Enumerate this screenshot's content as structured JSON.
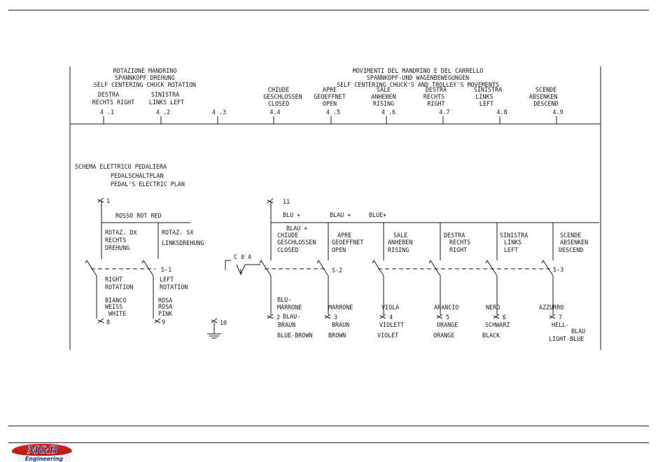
{
  "header": {
    "group_rotation": [
      "ROTAZIONE MANDRINO",
      "SPANNKOPF DREHUNG",
      "SELF CENTERING CHUCK ROTATION"
    ],
    "group_movement": [
      "MOVIMENTI DEL MANDRINO E DEL CARRELLO",
      "SPANNKOPF-UND WAGENBEWEGUNGEN",
      "SELF CENTERING CHUCK'S AND TROLLEY'S MOVEMENTS"
    ],
    "columns": [
      {
        "ref": "4 .1",
        "lines": [
          "DESTRA",
          "RECHTS RIGHT"
        ]
      },
      {
        "ref": "4 .2",
        "lines": [
          "SINISTRA",
          "LINKS   LEFT"
        ]
      },
      {
        "ref": "4 .3",
        "lines": []
      },
      {
        "ref": "4.4",
        "lines": [
          "CHIUDE",
          "GESCHLOSSEN",
          "CLOSED"
        ]
      },
      {
        "ref": "4 .5",
        "lines": [
          "APRE",
          "GEOEFFNET",
          "OPEN"
        ]
      },
      {
        "ref": "4 .6",
        "lines": [
          "SALE",
          "ANHEBEN",
          "RISING"
        ]
      },
      {
        "ref": "4.7",
        "lines": [
          "DESTRA",
          "RECHTS",
          "RIGHT"
        ]
      },
      {
        "ref": "4.8",
        "lines": [
          "SINISTRA",
          "LINKS",
          "LEFT"
        ]
      },
      {
        "ref": "4.9",
        "lines": [
          "SCENDE",
          "ABSENKEN",
          "DESCEND"
        ]
      }
    ]
  },
  "schema": {
    "title": [
      "SCHEMA ELETTRICO PEDALIERA",
      "PEDALSCHALTPLAN",
      "PEDAL'S ELECTRIC PLAN"
    ]
  },
  "left_circuit": {
    "terminal": "1",
    "supply_label": "ROSSO  ROT  RED",
    "func_dx": [
      "ROTAZ. DX",
      "RECHTS",
      "DREHUNG"
    ],
    "func_sx": [
      "ROTAZ. SX",
      "LINKSDREHUNG"
    ],
    "switch": "S-1",
    "rot_right": [
      "RIGHT",
      "ROTATION"
    ],
    "rot_left": [
      "LEFT",
      "ROTATION"
    ],
    "wire_a": [
      "BIANCO",
      "WEISS",
      "WHITE"
    ],
    "wire_b": [
      "ROSA",
      "ROSA",
      "PINK"
    ],
    "terminal_a": "8",
    "terminal_b": "9"
  },
  "ground": {
    "terminal": "10"
  },
  "link": {
    "label": "C 0 A"
  },
  "right_circuit": {
    "terminal": "11",
    "supply_labels": [
      "BLU +",
      "BLAU +",
      "BLUE+"
    ],
    "first_supply": "BLAU +",
    "funcs": [
      [
        "CHIUDE",
        "GESCHLOSSEN",
        "CLOSED"
      ],
      [
        "APRE",
        "GEOEFFNET",
        "OPEN"
      ],
      [
        "SALE",
        "ANHEBEN",
        "RISING"
      ],
      [
        "DESTRA",
        "RECHTS",
        "RIGHT"
      ],
      [
        "SINISTRA",
        "LINKS",
        "LEFT"
      ],
      [
        "SCENDE",
        "ABSENKEN",
        "DESCEND"
      ]
    ],
    "switch_a": "S-2",
    "switch_b": "S-3",
    "wires": [
      {
        "t": "2",
        "top": [
          "BLU-",
          "MARRONE"
        ],
        "de": "BLAU-",
        "de2": "BRAUN",
        "en": "BLUE-BROWN"
      },
      {
        "t": "3",
        "top": [
          "MARRONE"
        ],
        "de": "BRAUN",
        "de2": "",
        "en": "BROWN"
      },
      {
        "t": "4",
        "top": [
          "VIOLA"
        ],
        "de": "VIOLETT",
        "de2": "",
        "en": "VIOLET"
      },
      {
        "t": "5",
        "top": [
          "ARANCIO"
        ],
        "de": "ORANGE",
        "de2": "",
        "en": "ORANGE"
      },
      {
        "t": "6",
        "top": [
          "NERO"
        ],
        "de": "SCHWARZ",
        "de2": "",
        "en": "BLACK"
      },
      {
        "t": "7",
        "top": [
          "AZZURRO"
        ],
        "de": "HELL-",
        "de2": "BLAU",
        "en": "LIGHT-BLUE"
      }
    ]
  },
  "footer": {
    "brand": "M&B",
    "sub": "Engineering"
  }
}
